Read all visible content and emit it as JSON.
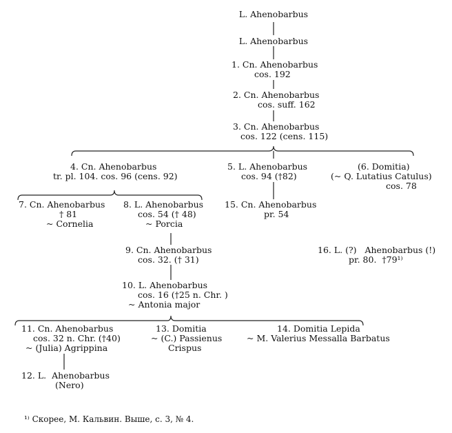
{
  "tree": {
    "n_a": "L. Ahenobarbus",
    "n_b": "L. Ahenobarbus",
    "n1_name": "1. Cn. Ahenobarbus",
    "n1_detail": "cos. 192",
    "n2_name": "2. Cn. Ahenobarbus",
    "n2_detail": "cos. suff. 162",
    "n3_name": "3. Cn. Ahenobarbus",
    "n3_detail": "cos. 122 (cens. 115)",
    "n4_name": "4. Cn. Ahenobarbus",
    "n4_detail": "tr. pl. 104. cos. 96 (cens. 92)",
    "n5_name": "5. L. Ahenobarbus",
    "n5_detail": "cos. 94 (†82)",
    "n6_name": "(6. Domitia)",
    "n6_spouse": "(~ Q. Lutatius Catulus)",
    "n6_detail": "cos. 78",
    "n7_name": "7. Cn. Ahenobarbus",
    "n7_detail": "† 81",
    "n7_spouse": "~ Cornelia",
    "n8_name": "8. L. Ahenobarbus",
    "n8_detail": "cos. 54 († 48)",
    "n8_spouse": "~ Porcia",
    "n15_name": "15. Cn. Ahenobarbus",
    "n15_detail": "pr. 54",
    "n16_name": "16. L. (?)   Ahenobarbus (!)",
    "n16_detail": "pr. 80.  †79¹⁾",
    "n9_name": "9. Cn. Ahenobarbus",
    "n9_detail": "cos. 32. († 31)",
    "n10_name": "10. L. Ahenobarbus",
    "n10_detail": "cos. 16 (†25 n. Chr. )",
    "n10_spouse": "~ Antonia major",
    "n11_name": "11. Cn. Ahenobarbus",
    "n11_detail": "cos. 32 n. Chr. (†40)",
    "n11_spouse": "~ (Julia) Agrippina",
    "n13_name": "13. Domitia",
    "n13_spouse": "~ (C.) Passienus",
    "n13_spouse2": "Crispus",
    "n14_name": "14. Domitia Lepida",
    "n14_spouse": "~ M. Valerius Messalla Barbatus",
    "n12_name": "12. L.  Ahenobarbus",
    "n12_detail": "(Nero)"
  },
  "footnote": "¹⁾ Скорее, М. Кальвин. Выше, с. 3, № 4."
}
